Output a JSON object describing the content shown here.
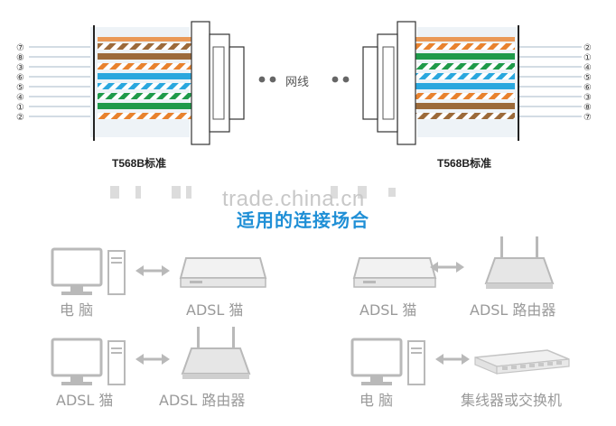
{
  "left_connector": {
    "pin_labels": [
      "⑦",
      "⑧",
      "③",
      "⑥",
      "⑤",
      "④",
      "①",
      "②"
    ],
    "standard_label": "T568B标准"
  },
  "right_connector": {
    "pin_labels": [
      "②",
      "①",
      "④",
      "⑤",
      "⑥",
      "③",
      "⑧",
      "⑦"
    ],
    "standard_label": "T568B标准"
  },
  "cable_label": "网线",
  "section_title": "适用的连接场合",
  "watermark": "trade.china.cn",
  "connections": [
    {
      "left_label": "电   脑",
      "right_label": "ADSL 猫",
      "left_icon": "computer-icon",
      "right_icon": "modem-icon"
    },
    {
      "left_label": "ADSL 猫",
      "right_label": "ADSL 路由器",
      "left_icon": "modem-icon",
      "right_icon": "router-icon"
    },
    {
      "left_label": "ADSL 猫",
      "right_label": "ADSL 路由器",
      "left_icon": "computer-icon",
      "right_icon": "router-icon"
    },
    {
      "left_label": "电   脑",
      "right_label": "集线器或交换机",
      "left_icon": "computer-icon",
      "right_icon": "switch-icon"
    }
  ],
  "colors": {
    "orange": "#e8822e",
    "green": "#1f9a4a",
    "blue": "#2aa7de",
    "brown": "#9c6a3a",
    "title_blue": "#1f8fd6",
    "icon_gray": "#b9b9b9"
  }
}
